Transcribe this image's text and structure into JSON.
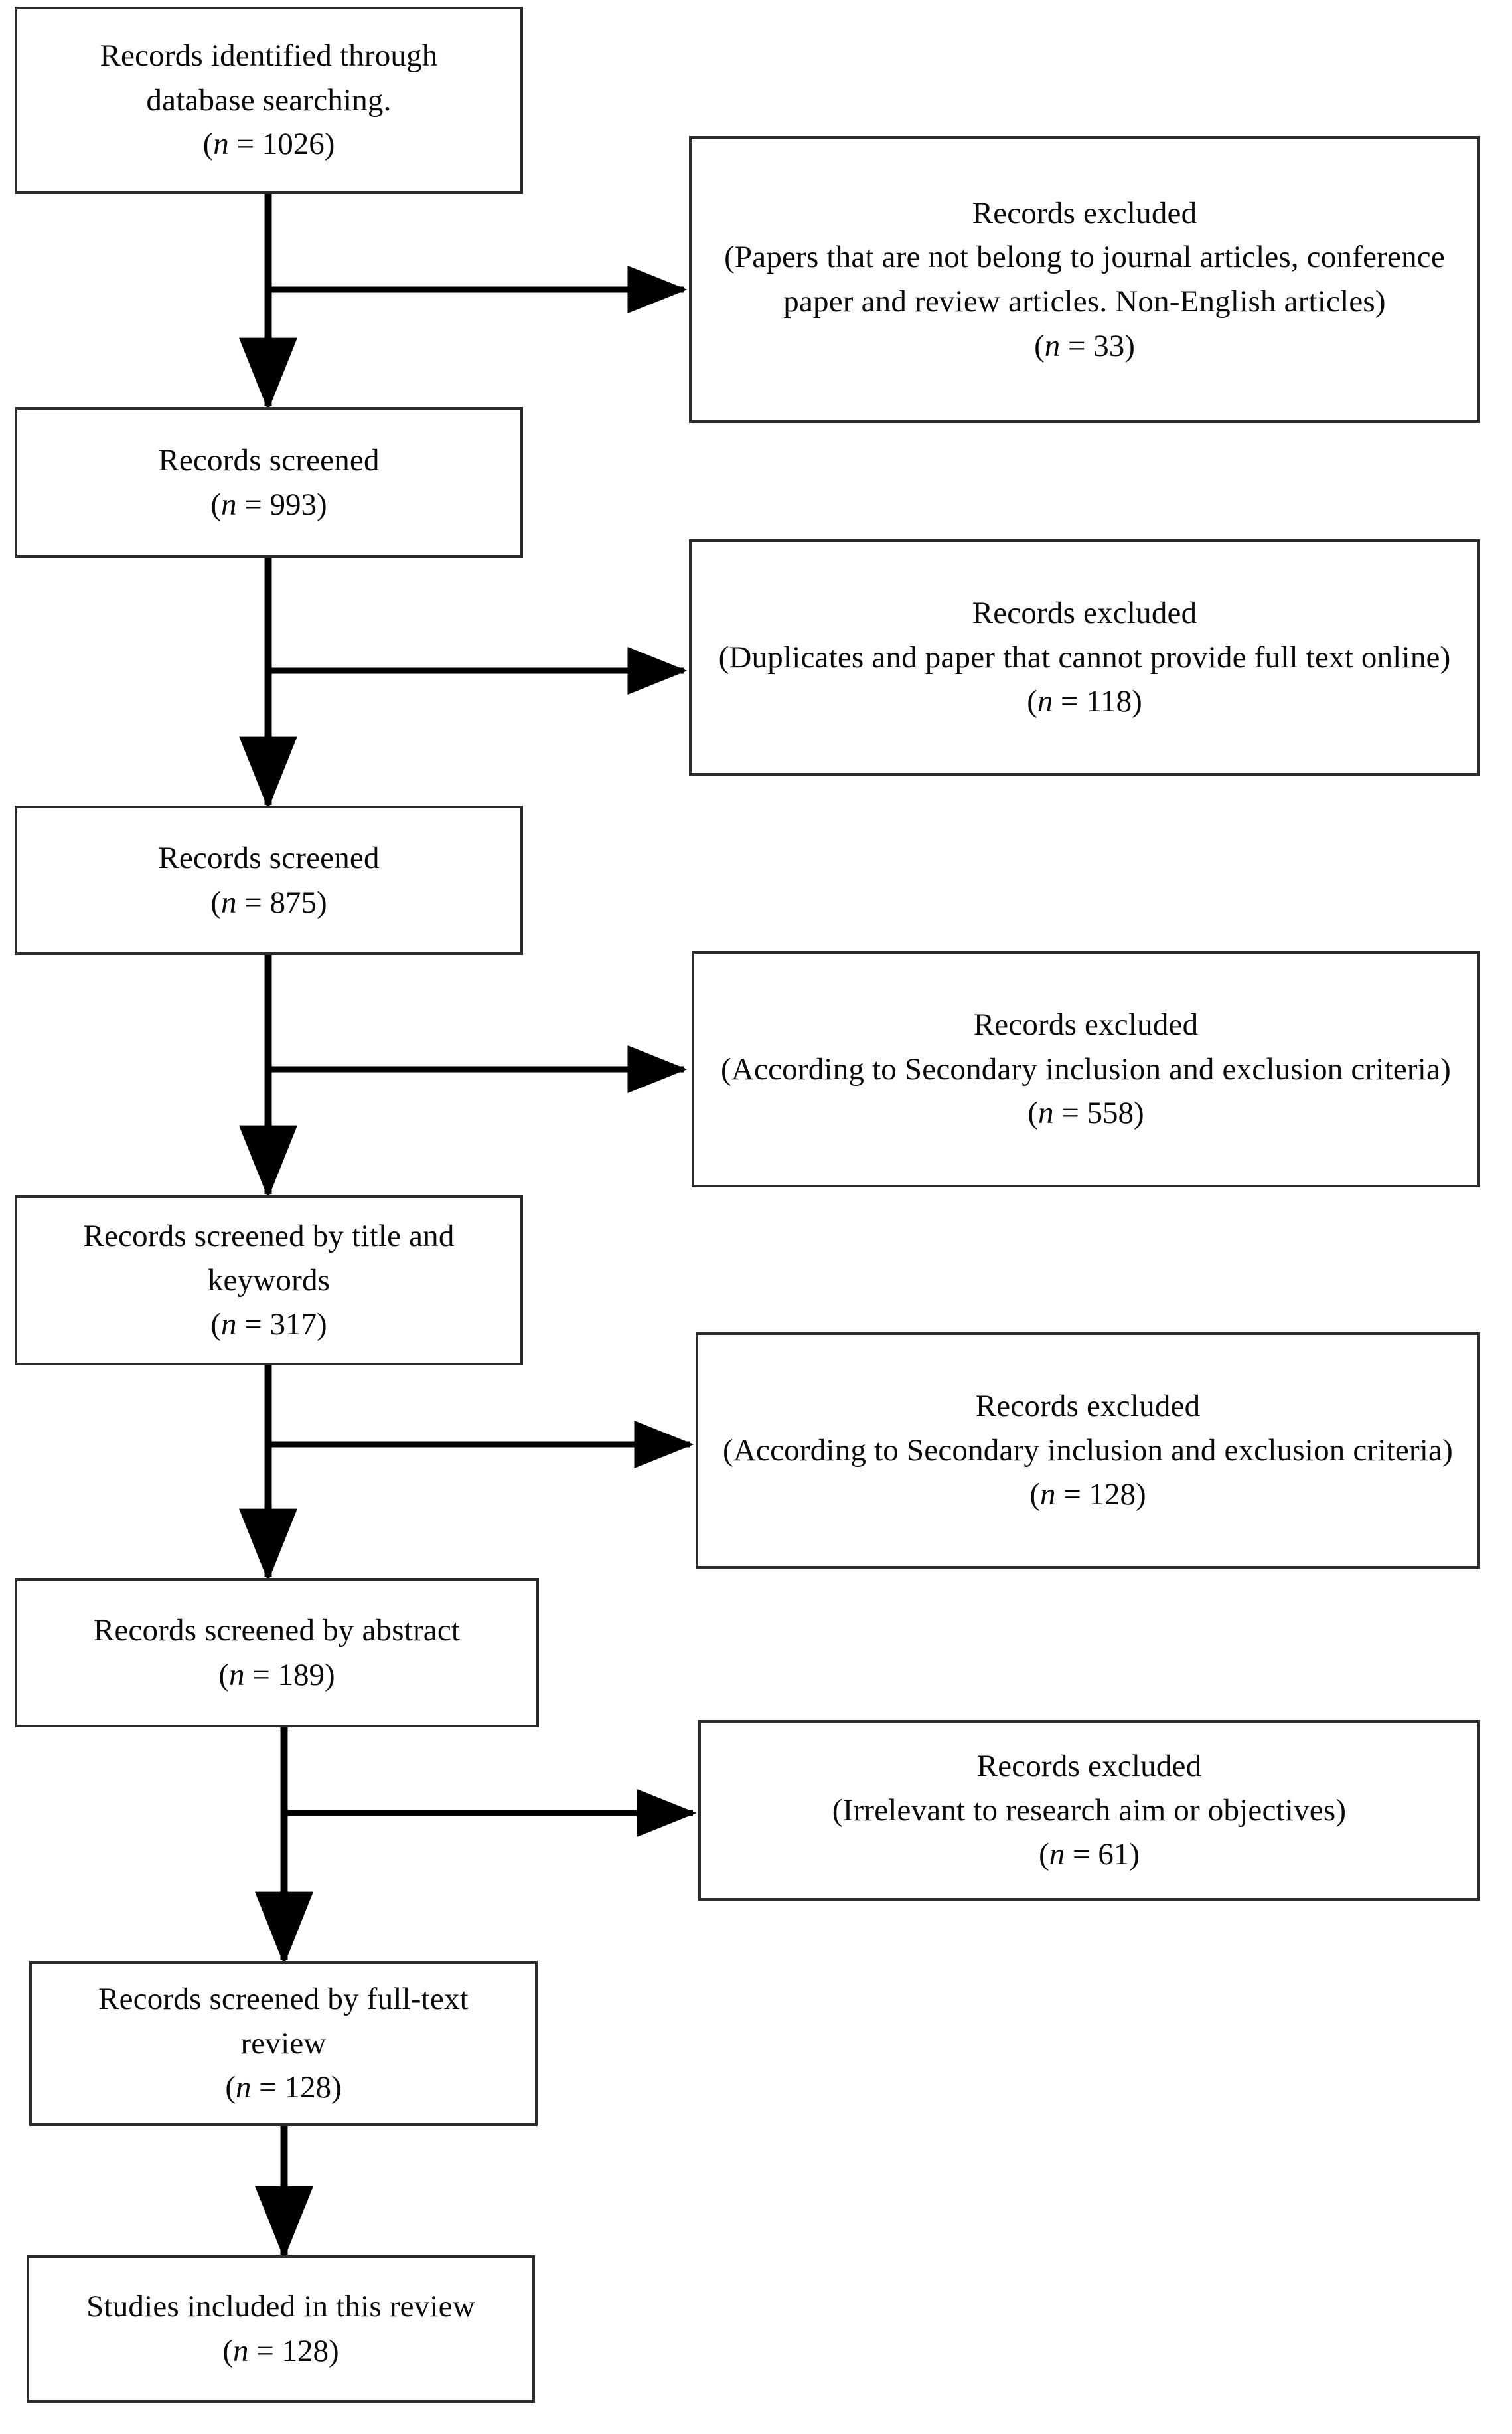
{
  "diagram": {
    "type": "prisma-flow-diagram",
    "orientation": "top-to-bottom",
    "flow_nodes": [
      {
        "id": "identified",
        "lines": [
          "Records identified through",
          "database searching."
        ],
        "count": "(n = 1026)"
      },
      {
        "id": "screened-1",
        "lines": [
          "Records screened"
        ],
        "count": "(n = 993)"
      },
      {
        "id": "screened-2",
        "lines": [
          "Records screened"
        ],
        "count": "(n = 875)"
      },
      {
        "id": "screened-title-keywords",
        "lines": [
          "Records screened by title and",
          "keywords"
        ],
        "count": "(n = 317)"
      },
      {
        "id": "screened-abstract",
        "lines": [
          "Records screened by abstract"
        ],
        "count": "(n = 189)"
      },
      {
        "id": "screened-full-text",
        "lines": [
          "Records screened by full-text",
          "review"
        ],
        "count": "(n = 128)"
      },
      {
        "id": "included",
        "lines": [
          "Studies included in this review"
        ],
        "count": "(n = 128)"
      }
    ],
    "excluded_nodes": [
      {
        "id": "excluded-1",
        "heading": "Records excluded",
        "reason": "(Papers that are not belong to journal articles, conference paper and review articles. Non-English articles)",
        "count": "(n = 33)"
      },
      {
        "id": "excluded-2",
        "heading": "Records excluded",
        "reason": "(Duplicates and paper that cannot provide full text online)",
        "count": "(n = 118)"
      },
      {
        "id": "excluded-3",
        "heading": "Records excluded",
        "reason": "(According to Secondary inclusion and exclusion criteria)",
        "count": "(n = 558)"
      },
      {
        "id": "excluded-4",
        "heading": "Records excluded",
        "reason": "(According to Secondary inclusion and exclusion criteria)",
        "count": "(n = 128)"
      },
      {
        "id": "excluded-5",
        "heading": "Records excluded",
        "reason": "(Irrelevant to research aim or objectives)",
        "count": "(n = 61)"
      }
    ],
    "colors": {
      "border": "#2b2b2b",
      "text": "#0a0a0a",
      "background": "#ffffff",
      "arrow": "#000000"
    }
  }
}
